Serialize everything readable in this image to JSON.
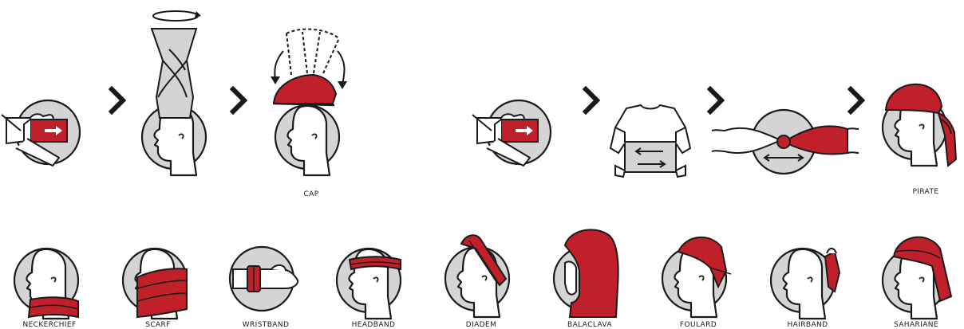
{
  "colors": {
    "circle_fill": "#d4d4d4",
    "outline": "#1a1a1a",
    "accent_red": "#c0202a",
    "background": "#ffffff"
  },
  "sequences": [
    {
      "steps": [
        {
          "icon": "hand-inserting-tube-icon"
        },
        {
          "icon": "twist-rotate-icon"
        },
        {
          "icon": "fold-over-cap-icon"
        }
      ],
      "result_label": "CAP"
    },
    {
      "steps": [
        {
          "icon": "hand-inserting-tube-icon"
        },
        {
          "icon": "shirt-fold-flat-icon"
        },
        {
          "icon": "tie-knot-icon"
        },
        {
          "icon": "pirate-head-icon"
        }
      ],
      "result_label": "PIRATE"
    }
  ],
  "styles": [
    {
      "label": "NECKERCHIEF",
      "icon": "neckerchief-icon"
    },
    {
      "label": "SCARF",
      "icon": "scarf-icon"
    },
    {
      "label": "WRISTBAND",
      "icon": "wristband-icon"
    },
    {
      "label": "HEADBAND",
      "icon": "headband-icon"
    },
    {
      "label": "DIADEM",
      "icon": "diadem-icon"
    },
    {
      "label": "BALACLAVA",
      "icon": "balaclava-icon"
    },
    {
      "label": "FOULARD",
      "icon": "foulard-icon"
    },
    {
      "label": "HAIRBAND",
      "icon": "hairband-icon"
    },
    {
      "label": "SAHARIANE",
      "icon": "sahariane-icon"
    }
  ]
}
